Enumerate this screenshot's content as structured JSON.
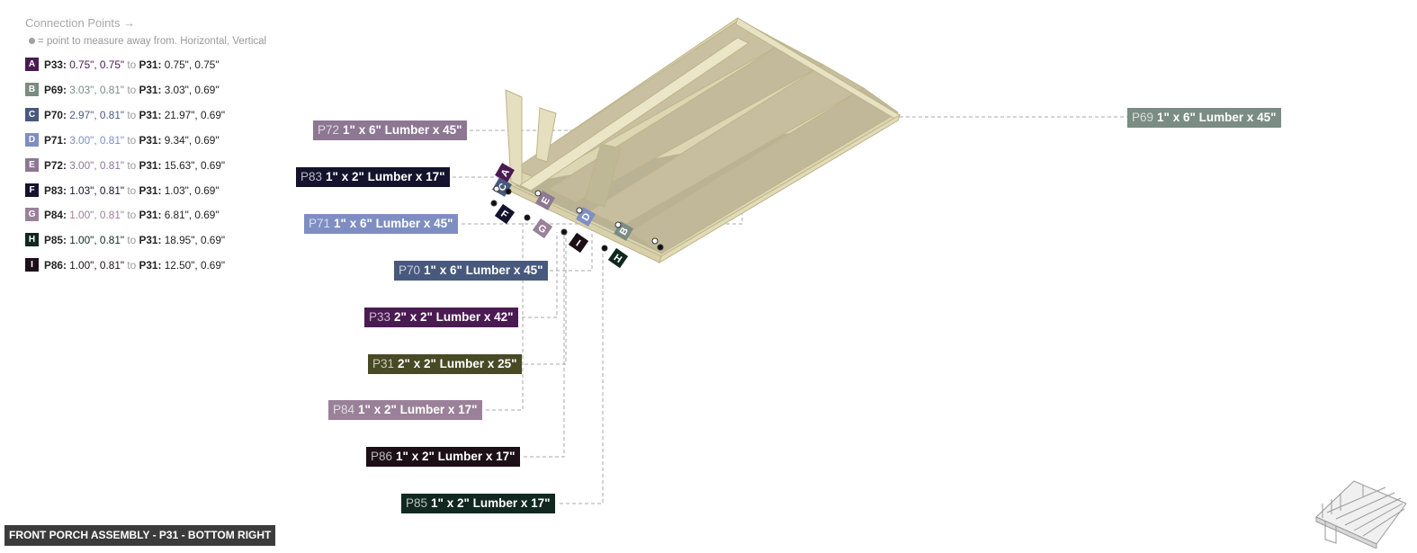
{
  "legend": {
    "title": "Connection Points →",
    "subtitle": "= point to measure away from. Horizontal, Vertical",
    "rows": [
      {
        "letter": "A",
        "color": "#4a1b52",
        "part": "P33",
        "v1": "0.75\", 0.75\"",
        "to": "to",
        "base": "P31",
        "v2": "0.75\", 0.75\""
      },
      {
        "letter": "B",
        "color": "#7a8c84",
        "part": "P69",
        "v1": "3.03\", 0.81\"",
        "to": "to",
        "base": "P31",
        "v2": "3.03\", 0.69\""
      },
      {
        "letter": "C",
        "color": "#48597e",
        "part": "P70",
        "v1": "2.97\", 0.81\"",
        "to": "to",
        "base": "P31",
        "v2": "21.97\", 0.69\""
      },
      {
        "letter": "D",
        "color": "#7f8ec2",
        "part": "P71",
        "v1": "3.00\", 0.81\"",
        "to": "to",
        "base": "P31",
        "v2": "9.34\", 0.69\""
      },
      {
        "letter": "E",
        "color": "#8d7793",
        "part": "P72",
        "v1": "3.00\", 0.81\"",
        "to": "to",
        "base": "P31",
        "v2": "15.63\", 0.69\""
      },
      {
        "letter": "F",
        "color": "#14122c",
        "part": "P83",
        "v1": "1.03\", 0.81\"",
        "to": "to",
        "base": "P31",
        "v2": "1.03\", 0.69\""
      },
      {
        "letter": "G",
        "color": "#9a8199",
        "part": "P84",
        "v1": "1.00\", 0.81\"",
        "to": "to",
        "base": "P31",
        "v2": "6.81\", 0.69\""
      },
      {
        "letter": "H",
        "color": "#10281f",
        "part": "P85",
        "v1": "1.00\", 0.81\"",
        "to": "to",
        "base": "P31",
        "v2": "18.95\", 0.69\""
      },
      {
        "letter": "I",
        "color": "#1c0f16",
        "part": "P86",
        "v1": "1.00\", 0.81\"",
        "to": "to",
        "base": "P31",
        "v2": "12.50\", 0.69\""
      }
    ]
  },
  "labels": {
    "p69": {
      "id": "P69",
      "text": "1\" x 6\" Lumber x 45\"",
      "color": "#7a8c84"
    },
    "p72": {
      "id": "P72",
      "text": "1\" x 6\" Lumber x 45\"",
      "color": "#8d7793"
    },
    "p83": {
      "id": "P83",
      "text": "1\" x 2\" Lumber x 17\"",
      "color": "#14122c"
    },
    "p71": {
      "id": "P71",
      "text": "1\" x 6\" Lumber x 45\"",
      "color": "#7f8ec2"
    },
    "p70": {
      "id": "P70",
      "text": "1\" x 6\" Lumber x 45\"",
      "color": "#48597e"
    },
    "p33": {
      "id": "P33",
      "text": "2\" x 2\" Lumber x 42\"",
      "color": "#4a1b52"
    },
    "p31": {
      "id": "P31",
      "text": "2\" x 2\" Lumber x 25\"",
      "color": "#474a24"
    },
    "p84": {
      "id": "P84",
      "text": "1\" x 2\" Lumber x 17\"",
      "color": "#9a8199"
    },
    "p86": {
      "id": "P86",
      "text": "1\" x 2\" Lumber x 17\"",
      "color": "#1c0f16"
    },
    "p85": {
      "id": "P85",
      "text": "1\" x 2\" Lumber x 17\"",
      "color": "#10281f"
    }
  },
  "markers": [
    "A",
    "B",
    "C",
    "D",
    "E",
    "F",
    "G",
    "H",
    "I"
  ],
  "footer": "FRONT PORCH ASSEMBLY - P31 - BOTTOM RIGHT"
}
